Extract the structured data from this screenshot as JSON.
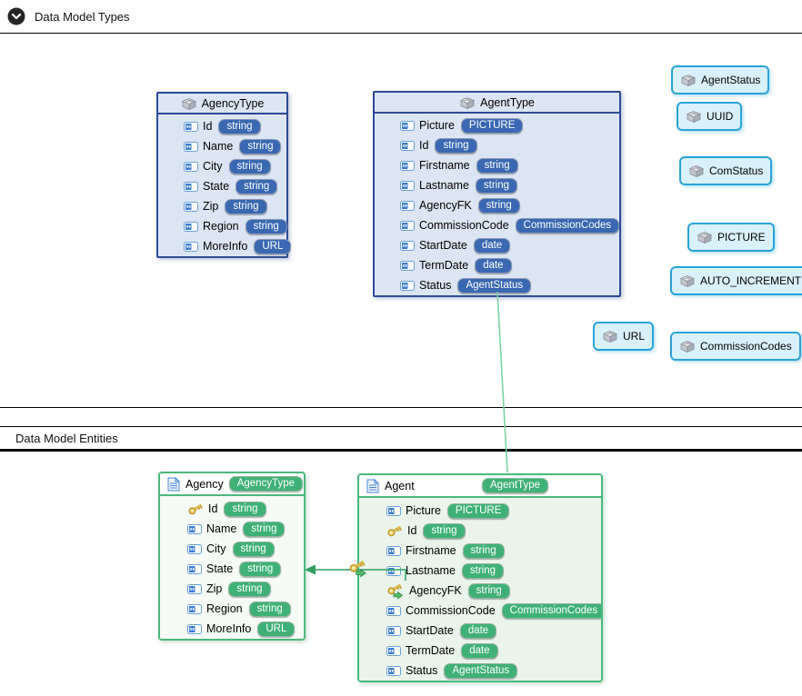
{
  "header": {
    "title": "Data Model Types"
  },
  "entities_header": {
    "title": "Data Model Entities"
  },
  "type_boxes": [
    {
      "name": "AgencyType",
      "fields": [
        {
          "name": "Id",
          "type": "string"
        },
        {
          "name": "Name",
          "type": "string"
        },
        {
          "name": "City",
          "type": "string"
        },
        {
          "name": "State",
          "type": "string"
        },
        {
          "name": "Zip",
          "type": "string"
        },
        {
          "name": "Region",
          "type": "string"
        },
        {
          "name": "MoreInfo",
          "type": "URL"
        }
      ]
    },
    {
      "name": "AgentType",
      "fields": [
        {
          "name": "Picture",
          "type": "PICTURE"
        },
        {
          "name": "Id",
          "type": "string"
        },
        {
          "name": "Firstname",
          "type": "string"
        },
        {
          "name": "Lastname",
          "type": "string"
        },
        {
          "name": "AgencyFK",
          "type": "string"
        },
        {
          "name": "CommissionCode",
          "type": "CommissionCodes"
        },
        {
          "name": "StartDate",
          "type": "date"
        },
        {
          "name": "TermDate",
          "type": "date"
        },
        {
          "name": "Status",
          "type": "AgentStatus"
        }
      ]
    }
  ],
  "chips": [
    {
      "label": "AgentStatus"
    },
    {
      "label": "UUID"
    },
    {
      "label": "ComStatus"
    },
    {
      "label": "PICTURE"
    },
    {
      "label": "AUTO_INCREMENT"
    },
    {
      "label": "URL"
    },
    {
      "label": "CommissionCodes"
    }
  ],
  "entity_boxes": [
    {
      "name": "Agency",
      "type_badge": "AgencyType",
      "fields": [
        {
          "name": "Id",
          "type": "string",
          "key": "primary"
        },
        {
          "name": "Name",
          "type": "string",
          "key": "none"
        },
        {
          "name": "City",
          "type": "string",
          "key": "none"
        },
        {
          "name": "State",
          "type": "string",
          "key": "none"
        },
        {
          "name": "Zip",
          "type": "string",
          "key": "none"
        },
        {
          "name": "Region",
          "type": "string",
          "key": "none"
        },
        {
          "name": "MoreInfo",
          "type": "URL",
          "key": "none"
        }
      ]
    },
    {
      "name": "Agent",
      "type_badge": "AgentType",
      "fields": [
        {
          "name": "Picture",
          "type": "PICTURE",
          "key": "none"
        },
        {
          "name": "Id",
          "type": "string",
          "key": "primary"
        },
        {
          "name": "Firstname",
          "type": "string",
          "key": "none"
        },
        {
          "name": "Lastname",
          "type": "string",
          "key": "none"
        },
        {
          "name": "AgencyFK",
          "type": "string",
          "key": "foreign"
        },
        {
          "name": "CommissionCode",
          "type": "CommissionCodes",
          "key": "none"
        },
        {
          "name": "StartDate",
          "type": "date",
          "key": "none"
        },
        {
          "name": "TermDate",
          "type": "date",
          "key": "none"
        },
        {
          "name": "Status",
          "type": "AgentStatus",
          "key": "none"
        }
      ]
    }
  ],
  "colors": {
    "type_box_border": "#2c4b97",
    "type_badge": "#3a68b2",
    "chip_border": "#29a3d8",
    "entity_border": "#4bb97c",
    "entity_badge": "#3fb176",
    "relationship_line": "#2f9e5f"
  }
}
